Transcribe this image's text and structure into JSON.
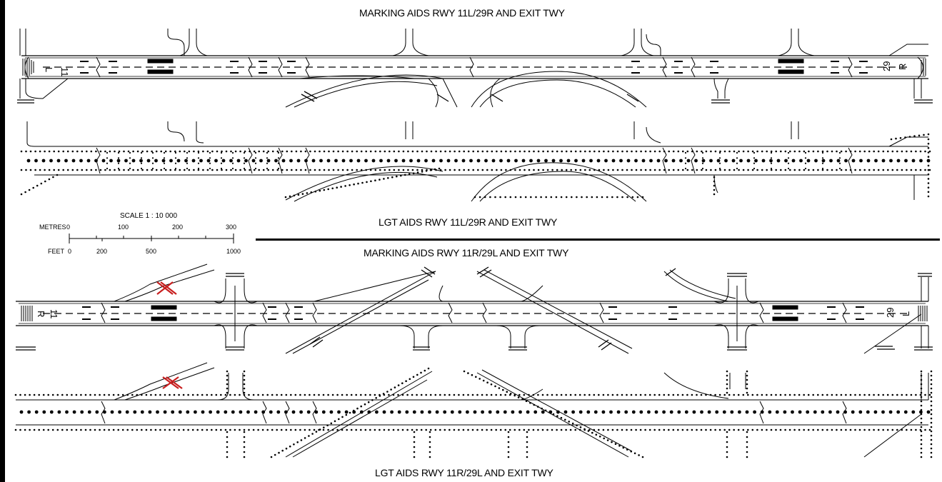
{
  "titles": {
    "marking_11l": "MARKING AIDS RWY 11L/29R AND EXIT TWY",
    "lgt_11l": "LGT AIDS RWY 11L/29R AND EXIT TWY",
    "marking_11r": "MARKING AIDS RWY 11R/29L AND EXIT TWY",
    "lgt_11r": "LGT AIDS RWY 11R/29L AND EXIT TWY"
  },
  "scale": {
    "title": "SCALE 1 : 10 000",
    "metres_label": "METRES",
    "feet_label": "FEET",
    "metres_ticks": [
      "0",
      "100",
      "200",
      "300"
    ],
    "feet_ticks": [
      "0",
      "200",
      "500",
      "1000"
    ]
  },
  "runway_designators": {
    "rwy_11l": "11",
    "rwy_11l_letter": "L",
    "rwy_29r": "29",
    "rwy_29r_letter": "R",
    "rwy_11r": "11",
    "rwy_11r_letter": "R",
    "rwy_29l": "29",
    "rwy_29l_letter": "L"
  },
  "colors": {
    "ink": "#000000",
    "closed_marker": "#c81e1e"
  }
}
